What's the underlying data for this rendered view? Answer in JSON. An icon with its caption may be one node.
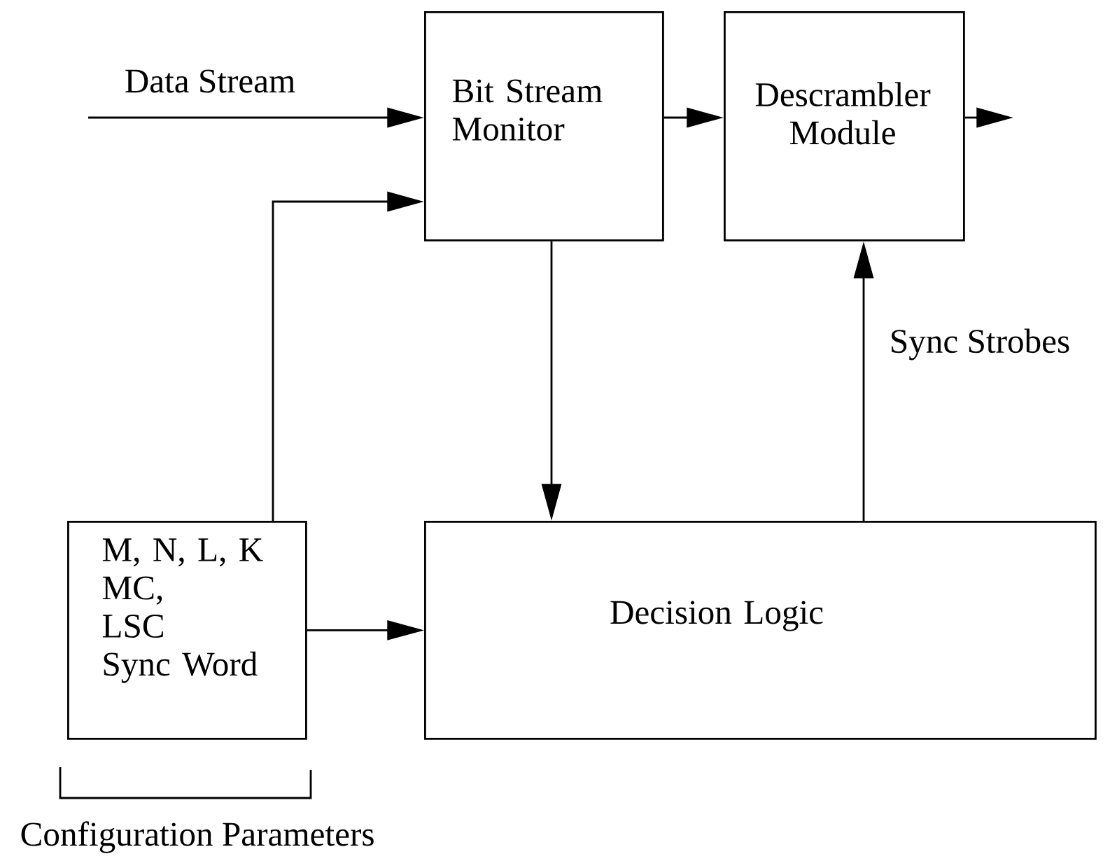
{
  "diagram": {
    "nodes": [
      {
        "text": [
          "Bit Stream Monitor"
        ]
      },
      {
        "text": [
          "Descrambler Module"
        ]
      },
      {
        "text": [
          "M, N, L, K",
          "MC,",
          "LSC",
          "Sync Word"
        ]
      },
      {
        "text": [
          "Decision Logic"
        ]
      }
    ],
    "edges": [
      {
        "from": null,
        "to": 0,
        "arrow": "to",
        "label": "Data Stream"
      },
      {
        "from": 2,
        "to": 0,
        "arrow": "to"
      },
      {
        "from": 0,
        "to": 1,
        "arrow": "to"
      },
      {
        "from": 1,
        "to": null,
        "arrow": "to"
      },
      {
        "from": 0,
        "to": 3,
        "arrow": "to"
      },
      {
        "from": 3,
        "to": 1,
        "arrow": "to",
        "label": "Sync Strobes"
      },
      {
        "from": 2,
        "to": 3,
        "arrow": "to"
      }
    ],
    "labels": [
      "Configuration Parameters"
    ]
  }
}
